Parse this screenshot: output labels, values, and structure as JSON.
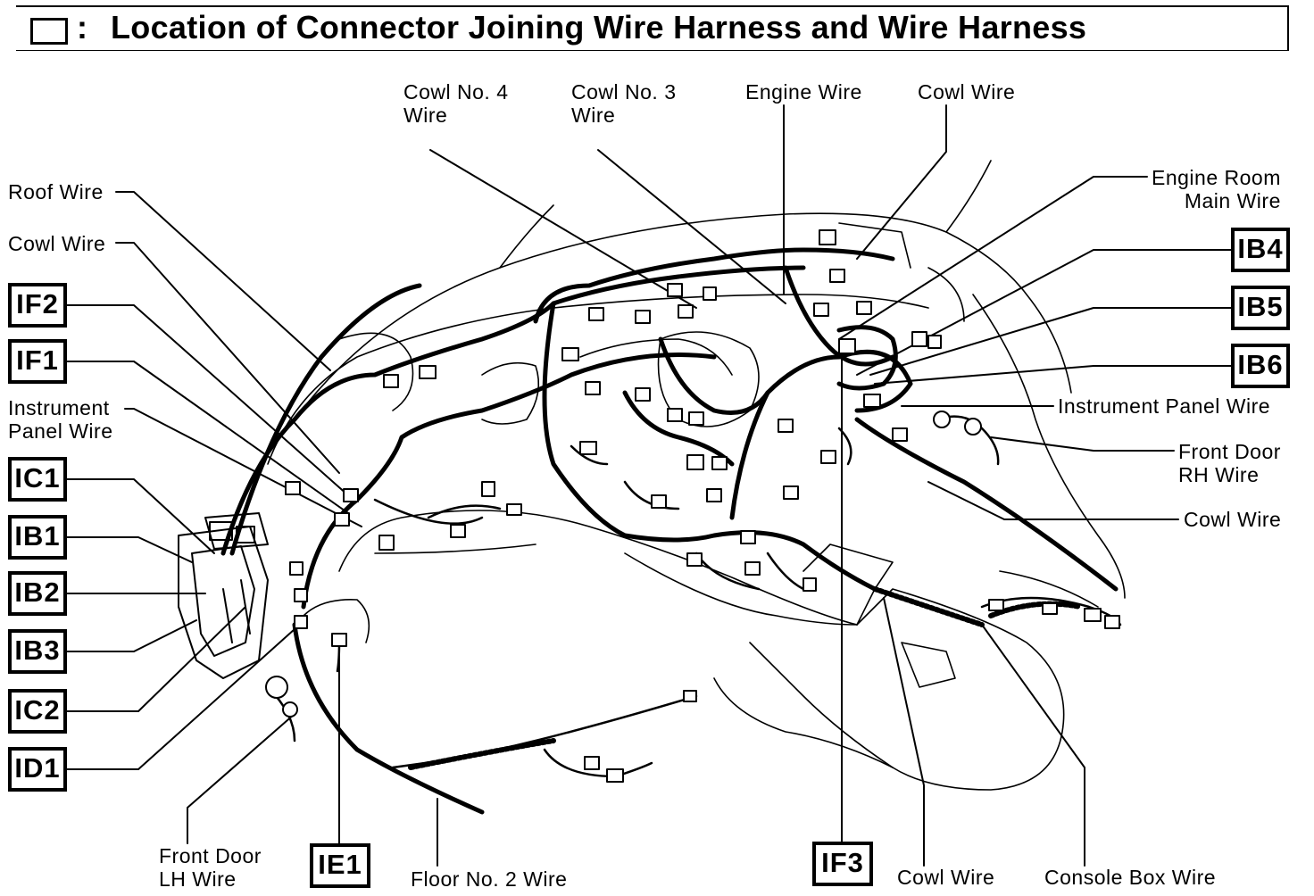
{
  "title": "Location of Connector Joining Wire Harness and Wire Harness",
  "title_separator": ":",
  "left_labels": {
    "roof_wire": "Roof Wire",
    "cowl_wire": "Cowl Wire",
    "instrument_panel_wire": "Instrument\nPanel Wire"
  },
  "left_codes": [
    "IF2",
    "IF1",
    "IC1",
    "IB1",
    "IB2",
    "IB3",
    "IC2",
    "ID1"
  ],
  "top_labels": {
    "cowl_no4": "Cowl No. 4\nWire",
    "cowl_no3": "Cowl No. 3\nWire",
    "engine_wire": "Engine Wire",
    "cowl_wire": "Cowl Wire"
  },
  "right_labels": {
    "engine_room_main": "Engine Room\nMain Wire",
    "instrument_panel_wire": "Instrument Panel Wire",
    "front_door_rh": "Front Door\nRH Wire",
    "cowl_wire": "Cowl Wire"
  },
  "right_codes": [
    "IB4",
    "IB5",
    "IB6"
  ],
  "bottom_labels": {
    "front_door_lh": "Front Door\nLH Wire",
    "floor_no2": "Floor No. 2 Wire",
    "cowl_wire": "Cowl Wire",
    "console_box": "Console Box Wire"
  },
  "bottom_codes": [
    "IE1",
    "IF3"
  ]
}
